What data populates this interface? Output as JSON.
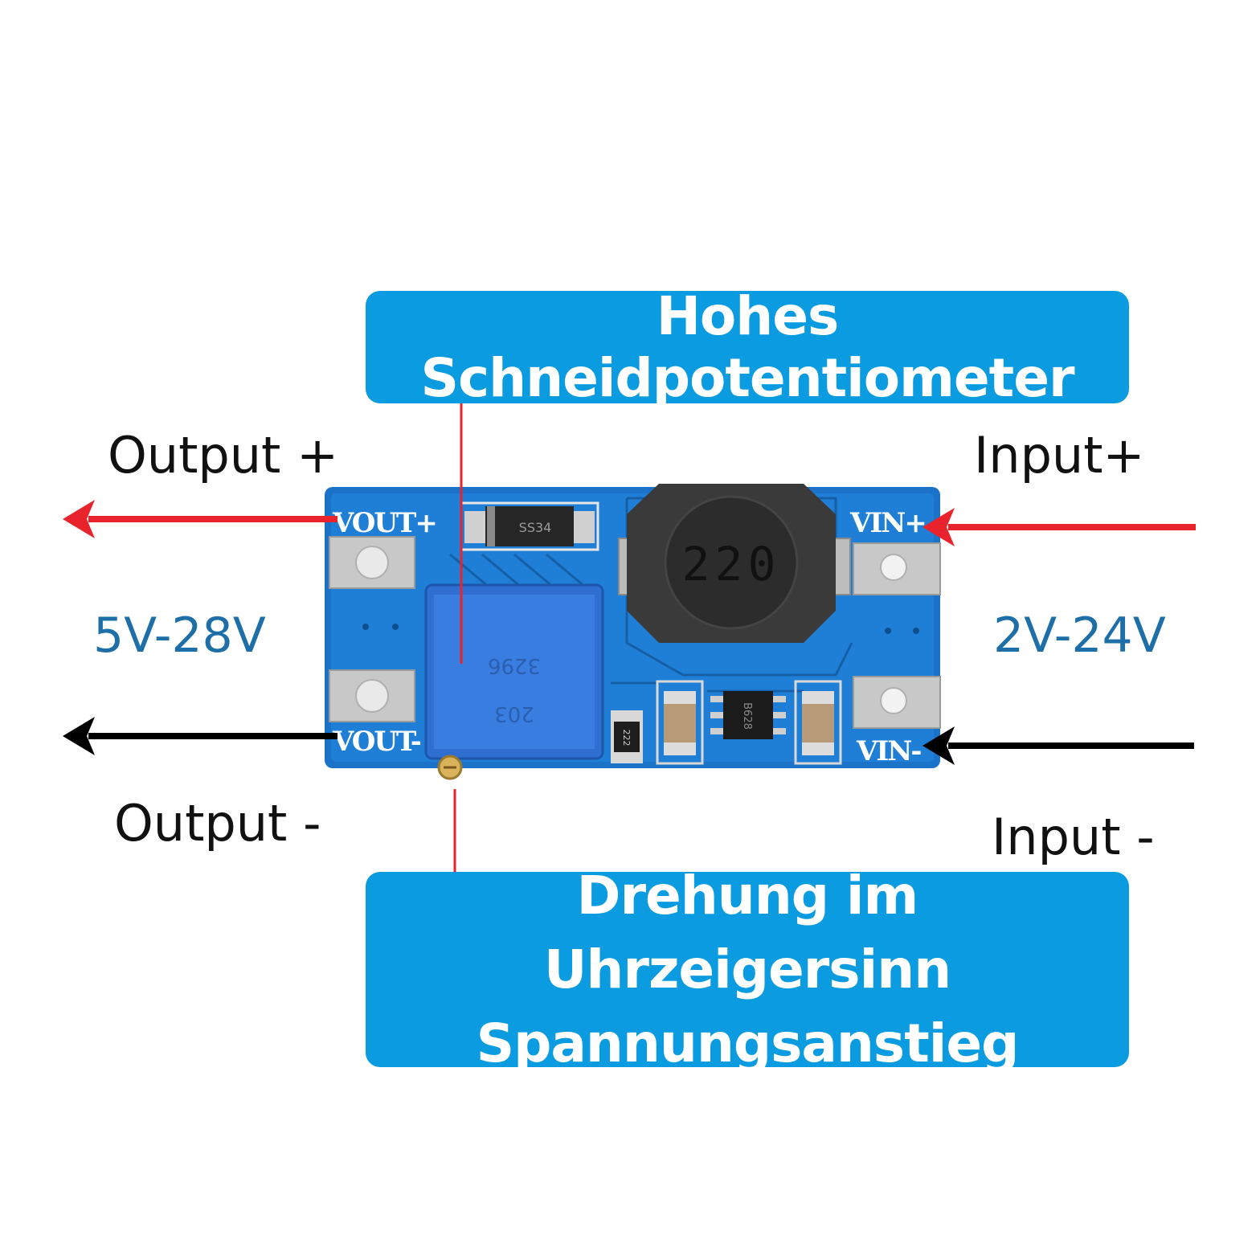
{
  "callouts": {
    "top": "Hohes Schneidpotentiometer",
    "bottom_line1": "Drehung im Uhrzeigersinn",
    "bottom_line2": "Spannungsanstieg"
  },
  "labels": {
    "output_plus": "Output +",
    "output_minus": "Output -",
    "input_plus": "Input+",
    "input_minus": "Input -",
    "output_range": "5V-28V",
    "input_range": "2V-24V"
  },
  "board": {
    "vout_plus": "VOUT+",
    "vout_minus": "VOUT-",
    "vin_plus": "VIN+",
    "vin_minus": "VIN-",
    "diode_marking": "SS34",
    "inductor_marking": "220",
    "resistor_marking": "222",
    "ic_marking": "B628"
  },
  "colors": {
    "callout": "#0b9be0",
    "pcb": "#1a73c9",
    "positive_arrow": "#e8232b",
    "negative_arrow": "#000000",
    "range_text": "#1e6fa8"
  }
}
